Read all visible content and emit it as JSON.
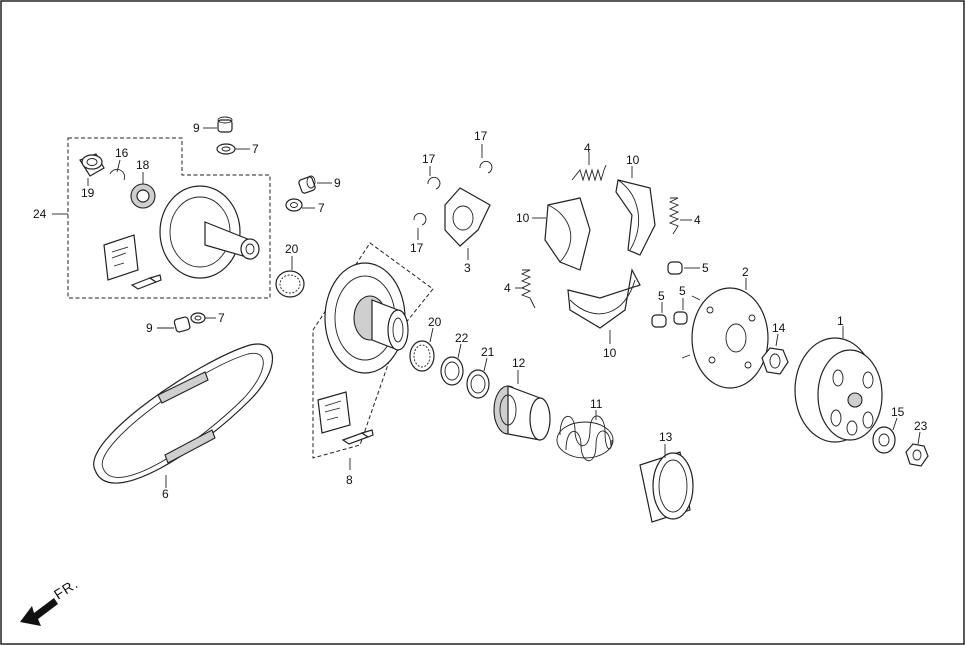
{
  "direction": {
    "label": "FR."
  },
  "labels": {
    "p1": "1",
    "p2": "2",
    "p3": "3",
    "p4a": "4",
    "p4b": "4",
    "p4c": "4",
    "p5a": "5",
    "p5b": "5",
    "p5c": "5",
    "p6": "6",
    "p7a": "7",
    "p7b": "7",
    "p7c": "7",
    "p8": "8",
    "p9a": "9",
    "p9b": "9",
    "p9c": "9",
    "p10a": "10",
    "p10b": "10",
    "p10c": "10",
    "p11": "11",
    "p12": "12",
    "p13": "13",
    "p14": "14",
    "p15": "15",
    "p16": "16",
    "p17a": "17",
    "p17b": "17",
    "p17c": "17",
    "p18": "18",
    "p19": "19",
    "p20a": "20",
    "p20b": "20",
    "p21": "21",
    "p22": "22",
    "p23": "23",
    "p24": "24"
  }
}
